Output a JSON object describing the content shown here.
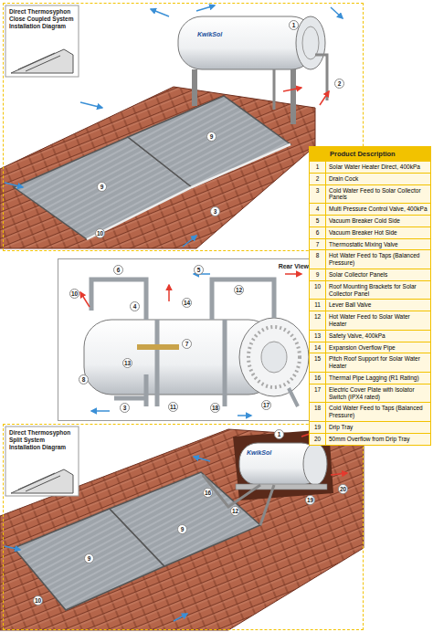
{
  "diagram": {
    "nodes": [
      {
        "text": [
          "Direct Thermosyphon Close Coupled System Installation Diagram"
        ]
      },
      {
        "text": [
          "Rear View"
        ]
      },
      {
        "text": [
          "Direct Thermosyphon Split System Installation Diagram"
        ]
      },
      {
        "text": [
          "Product Description"
        ]
      }
    ],
    "labels": [
      "KwikSol",
      "1",
      "9",
      "9",
      "2",
      "3",
      "10",
      "6",
      "5",
      "10",
      "4",
      "7",
      "13",
      "8",
      "3",
      "11",
      "18",
      "17",
      "14",
      "12",
      "KwikSol",
      "1",
      "16",
      "12",
      "9",
      "9",
      "10",
      "19",
      "20",
      "1",
      "Solar Water Heater Direct, 400kPa",
      "2",
      "Drain Cock",
      "3",
      "Cold Water Feed to Solar Collector Panels",
      "4",
      "Multi Pressure Control Valve, 400kPa",
      "5",
      "Vacuum Breaker Cold Side",
      "6",
      "Vacuum Breaker Hot Side",
      "7",
      "Thermostatic Mixing Valve",
      "8",
      "Hot Water Feed to Taps (Balanced Pressure)",
      "9",
      "Solar Collector Panels",
      "10",
      "Roof Mounting Brackets for Solar Collector Panel",
      "11",
      "Lever Ball Valve",
      "12",
      "Hot Water Feed to Solar Water Heater",
      "13",
      "Safety Valve, 400kPa",
      "14",
      "Expansion Overflow Pipe",
      "15",
      "Pitch Roof Support for Solar Water Heater",
      "16",
      "Thermal Pipe Lagging (R1 Rating)",
      "17",
      "Electric Cover Plate with Isolator Switch (IPX4 rated)",
      "18",
      "Cold Water Feed to Taps (Balanced Pressure)",
      "19",
      "Drip Tray",
      "20",
      "50mm Overflow from Drip Tray"
    ]
  }
}
